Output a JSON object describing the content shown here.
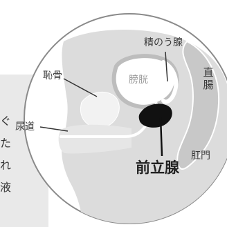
{
  "labels": {
    "seminal_vesicle": "精のう腺",
    "pubic_bone": "恥骨",
    "bladder": "膀胱",
    "rectum": "直腸",
    "urethra": "尿道",
    "anus": "肛門",
    "prostate": "前立腺"
  },
  "side_text": [
    "ぐ",
    "た",
    "れ",
    "液"
  ],
  "colors": {
    "outline": "#8a8a8a",
    "body_fill": "#dcdcdc",
    "bone_fill": "#f2f2f2",
    "organ_fill": "#c8c8c8",
    "prostate_fill": "#111111",
    "background_panel": "#e9e9e9"
  }
}
